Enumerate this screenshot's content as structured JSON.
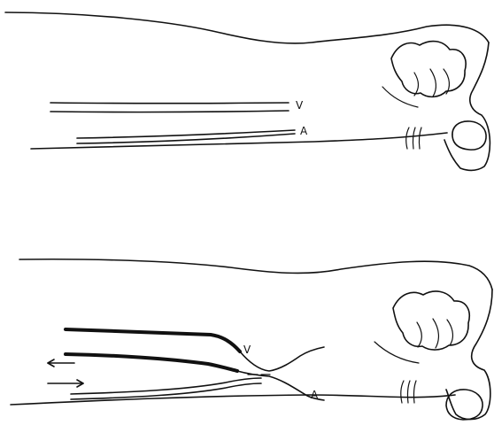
{
  "top_figure": {
    "vein_label": "V",
    "artery_label": "A"
  },
  "bottom_figure": {
    "vein_label": "V",
    "artery_label": "A"
  }
}
